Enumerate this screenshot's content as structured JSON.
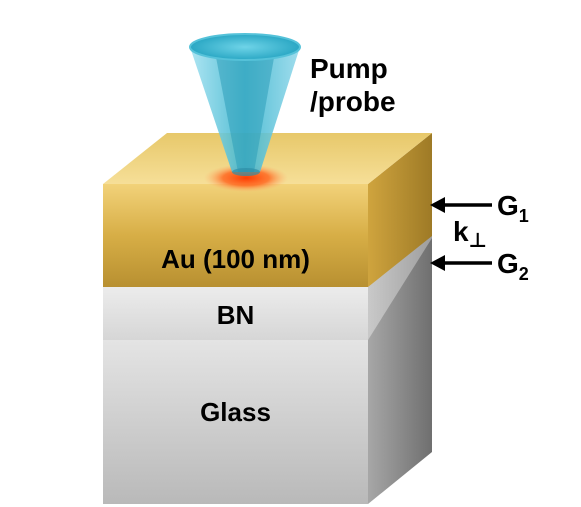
{
  "beam": {
    "label_line1": "Pump",
    "label_line2": "/probe"
  },
  "layers": {
    "gold": "Au (100 nm)",
    "bn": "BN",
    "glass": "Glass"
  },
  "conductances": {
    "g1_base": "G",
    "g1_sub": "1",
    "g2_base": "G",
    "g2_sub": "2",
    "k_base": "k",
    "k_sub": "⊥"
  },
  "colors": {
    "gold_front": "#d9b24a",
    "bn_front": "#dcdcdc",
    "glass_front": "#c4c4c4",
    "beam": "#3fb6cf",
    "spot": "#ff5a1a"
  }
}
